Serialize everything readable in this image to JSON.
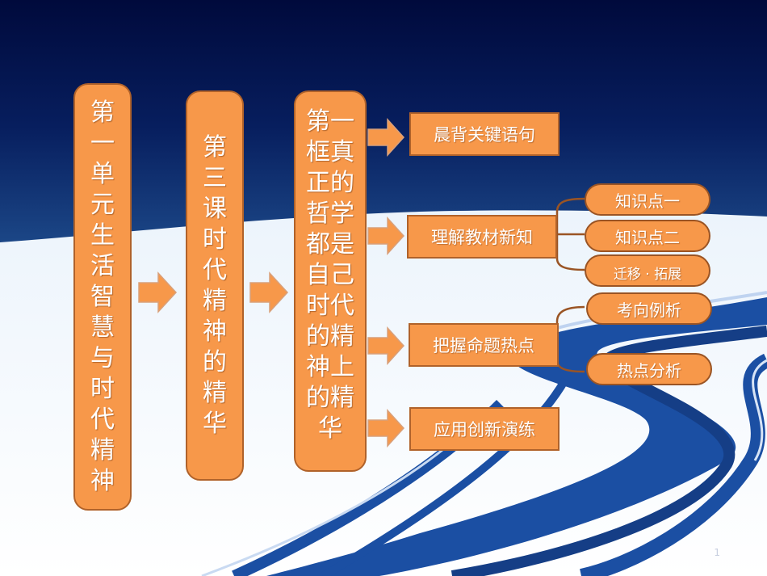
{
  "columns": {
    "unit": "第一单元生活智慧与时代精神",
    "lesson": "第三课时代精神的精华",
    "section": "第一框真正的哲学都是自己时代的精神上的精华"
  },
  "boxes": {
    "recite": "晨背关键语句",
    "understand": "理解教材新知",
    "grasp": "把握命题热点",
    "apply": "应用创新演练"
  },
  "pills": {
    "kp1": "知识点一",
    "kp2": "知识点二",
    "transfer": "迁移 · 拓展",
    "example": "考向例析",
    "hot": "热点分析"
  },
  "page_number": "1",
  "colors": {
    "background_top": "#000A3C",
    "background_mid": "#1E4C8C",
    "node_fill": "#F7984A",
    "node_border": "#B0622A",
    "river": "#1B4FA3"
  }
}
